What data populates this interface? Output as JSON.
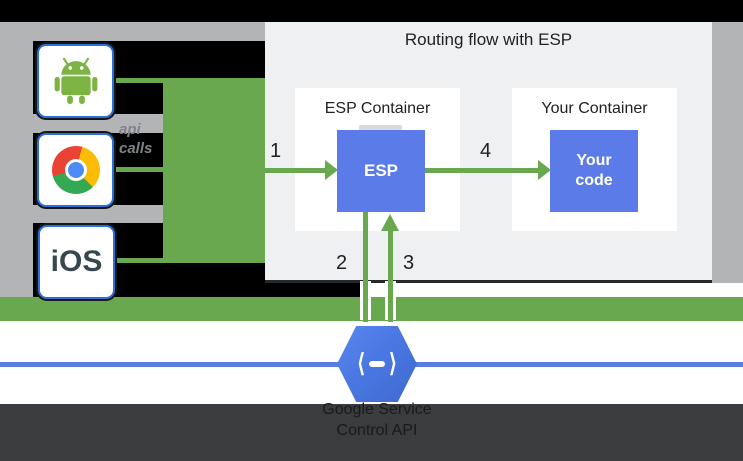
{
  "title": "Routing flow with ESP",
  "clients": {
    "android": {
      "icon": "android-icon"
    },
    "chrome": {
      "icon": "chrome-icon"
    },
    "ios": {
      "label": "iOS"
    }
  },
  "api_calls": {
    "line1": "api",
    "line2": "calls"
  },
  "esp_container": {
    "title": "ESP Container",
    "box_label": "ESP"
  },
  "your_container": {
    "title": "Your Container",
    "box_line1": "Your",
    "box_line2": "code"
  },
  "steps": {
    "s1": "1",
    "s2": "2",
    "s3": "3",
    "s4": "4"
  },
  "service_control": {
    "icon": "cloud-endpoints-hexagon-icon",
    "caption_line1": "Google Service",
    "caption_line2": "Control API"
  },
  "colors": {
    "arrow_green": "#6aa84f",
    "box_blue": "#5b7ce8",
    "hexagon_blue": "#4a78e2",
    "line_blue": "#5b7ce0",
    "panel_gray": "#eff0f1",
    "band_gray": "#b3b4b5",
    "bottom_bar": "#3b3c3e"
  }
}
